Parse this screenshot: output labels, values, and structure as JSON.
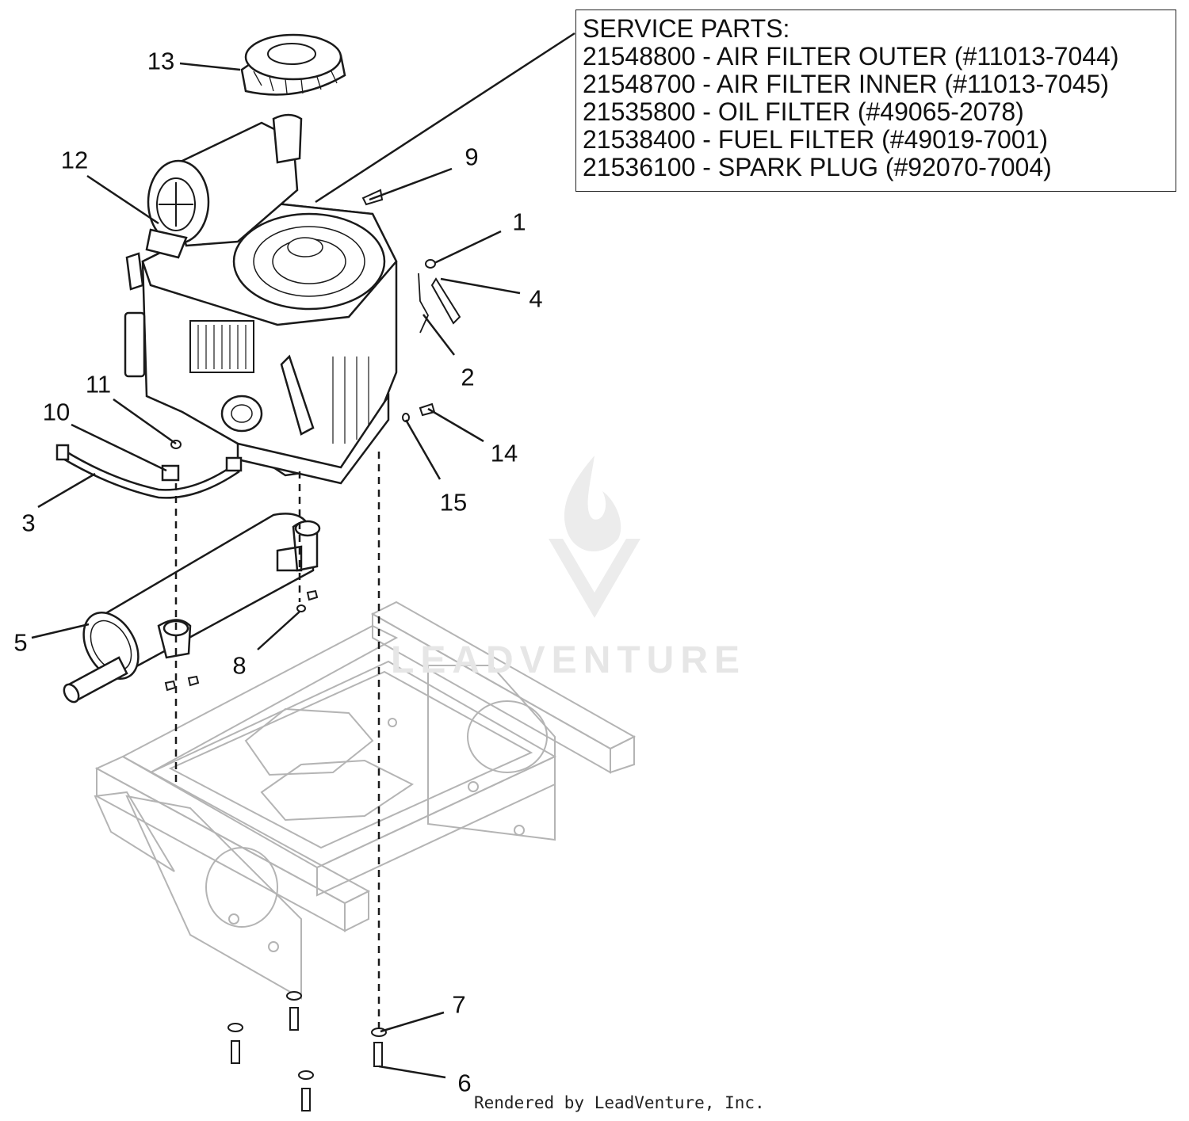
{
  "service_parts": {
    "heading": "SERVICE PARTS:",
    "items": [
      "21548800 - AIR FILTER OUTER (#11013-7044)",
      "21548700 - AIR FILTER INNER (#11013-7045)",
      "21535800 - OIL FILTER (#49065-2078)",
      "21538400 - FUEL FILTER (#49019-7001)",
      "21536100 - SPARK PLUG (#92070-7004)"
    ]
  },
  "callouts": [
    "1",
    "2",
    "3",
    "4",
    "5",
    "6",
    "7",
    "8",
    "9",
    "10",
    "11",
    "12",
    "13",
    "14",
    "15"
  ],
  "watermark": "LEADVENTURE",
  "footer": "Rendered by LeadVenture, Inc.",
  "colors": {
    "line": "#1a1a1a",
    "frame_line": "#b4b4b4",
    "watermark": "#e6e6e6"
  }
}
